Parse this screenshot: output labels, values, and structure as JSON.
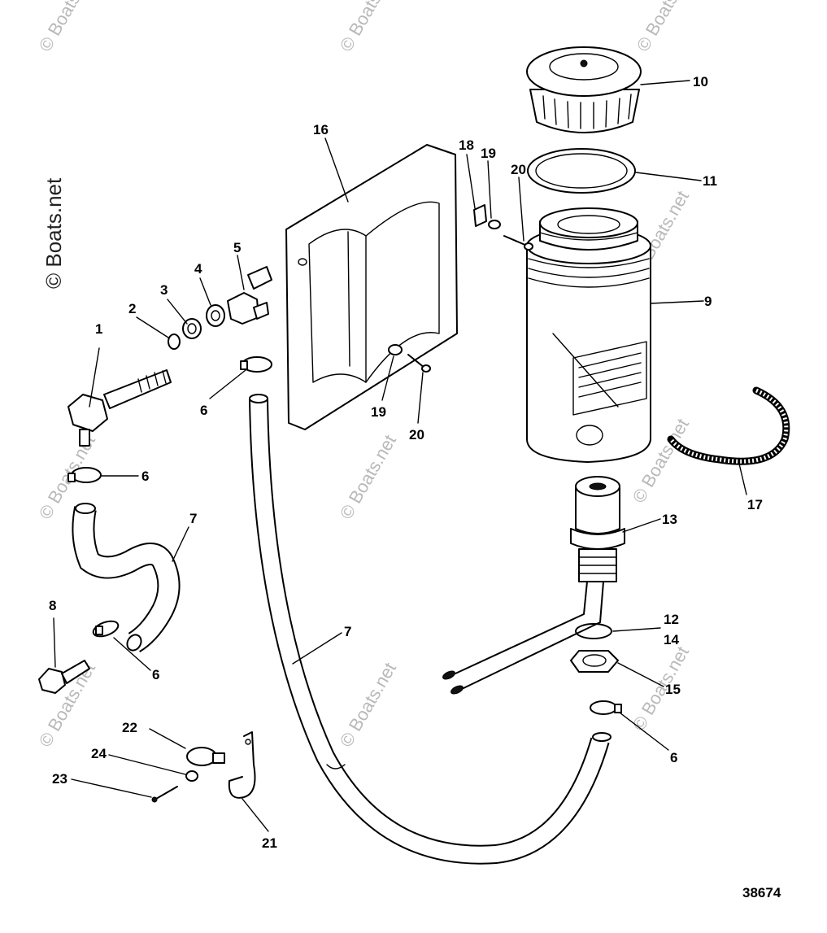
{
  "callouts": {
    "c1": "1",
    "c2": "2",
    "c3": "3",
    "c4": "4",
    "c5": "5",
    "c6a": "6",
    "c6b": "6",
    "c6c": "6",
    "c6d": "6",
    "c7a": "7",
    "c7b": "7",
    "c8": "8",
    "c9": "9",
    "c10": "10",
    "c11": "11",
    "c12": "12",
    "c14": "14",
    "c13": "13",
    "c15": "15",
    "c16": "16",
    "c17": "17",
    "c18": "18",
    "c19a": "19",
    "c19b": "19",
    "c20a": "20",
    "c20b": "20",
    "c21": "21",
    "c22": "22",
    "c23": "23",
    "c24": "24"
  },
  "figure_number": "38674",
  "watermark": {
    "main": "© Boats.net",
    "tile": "© Boats.net"
  }
}
